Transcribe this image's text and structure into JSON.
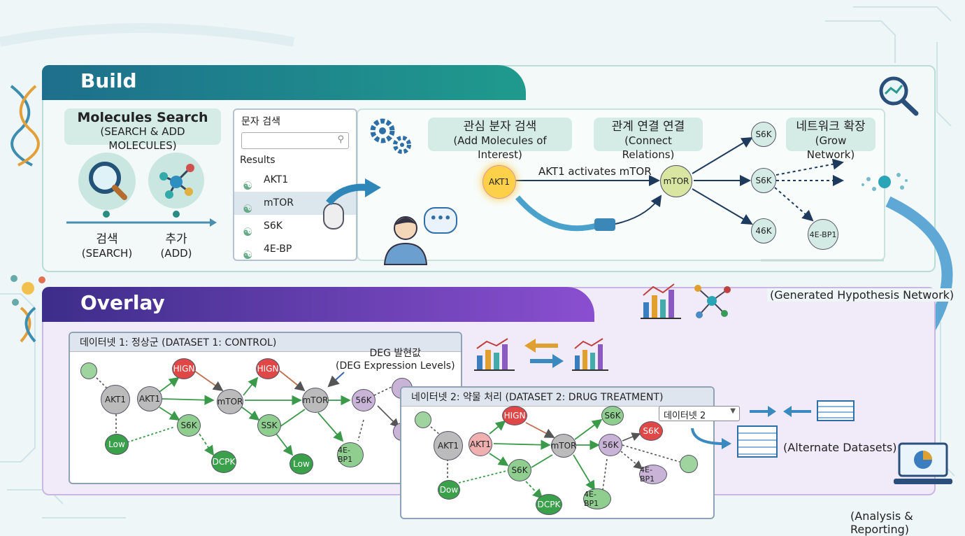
{
  "build": {
    "title": "Build",
    "search_box": {
      "title": "Molecules Search",
      "subtitle": "(SEARCH & ADD MOLECULES)",
      "search_ko": "검색",
      "search_en": "(SEARCH)",
      "add_ko": "추가",
      "add_en": "(ADD)"
    },
    "panel": {
      "header": "문자 검색",
      "search_placeholder": "",
      "results_label": "Results",
      "results": [
        "AKT1",
        "mTOR",
        "S6K",
        "4E-BP"
      ]
    },
    "step1": {
      "ko": "관심 분자 검색",
      "en": "(Add Molecules of Interest)"
    },
    "step2": {
      "ko": "관계 연결 연결",
      "en": "(Connect Relations)"
    },
    "step3": {
      "ko": "네트워크 확장",
      "en": "(Grow Network)"
    },
    "edge_label": "AKT1 activates mTOR",
    "nodes": {
      "akt1": "AKT1",
      "mtor": "mTOR",
      "s6k_a": "S6K",
      "s6k_b": "S6K",
      "k46": "46K",
      "ebp1": "4E-BP1"
    }
  },
  "generated_label": "(Generated Hypothesis Network)",
  "overlay": {
    "title": "Overlay",
    "ds1": {
      "title": "데이터넷 1: 정상군 (DATASET 1: CONTROL)",
      "deg_ko": "DEG 발현값",
      "deg_en": "(DEG Expression Levels)",
      "nodes": {
        "akt1a": "AKT1",
        "akt1b": "AKT1",
        "hign1": "HIGN",
        "mtor1": "mTOR",
        "hign2": "HIGN",
        "mtor2": "mTOR",
        "k56": "56K",
        "s6k": "S6K",
        "ssk": "SSK",
        "low1": "Low",
        "dcpk": "DCPK",
        "low2": "Low",
        "ebp1": "4E-BP1"
      }
    },
    "ds2": {
      "title": "네이터넷 2: 약물 처리 (DATASET 2: DRUG TREATMENT)",
      "dropdown": "데이터넷 2",
      "nodes": {
        "akt1a": "AKT1",
        "akt1b": "AKT1",
        "hign": "HIGN",
        "mtor": "mTOR",
        "s6k_top": "S6K",
        "s6k_red": "S6K",
        "k56": "56K",
        "s6k_mid": "S6K",
        "dow": "Dow",
        "dcpk": "DCPK",
        "ebp1a": "4E-BP1",
        "ebp1b": "4E-BP1"
      }
    },
    "alternate_label": "(Alternate Datasets)"
  },
  "reporting_label": "(Analysis & Reporting)"
}
